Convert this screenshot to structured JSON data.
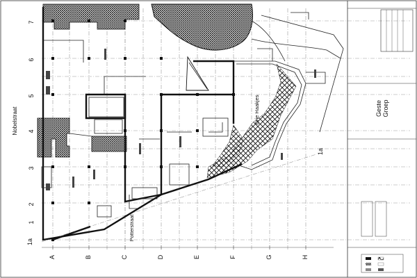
{
  "grid": {
    "columns": [
      "A",
      "B",
      "C",
      "D",
      "E",
      "F",
      "G",
      "H"
    ],
    "rows": [
      "1a",
      "1",
      "2",
      "3",
      "4",
      "5",
      "6",
      "7"
    ],
    "diagonal_label": "1a"
  },
  "streets": {
    "nobelstraat": "Nobelstraat",
    "potterstraat": "Potterstraat"
  },
  "building_label": "Drie Haakjes",
  "title_block": {
    "company": "Geste",
    "company_sub": "Groep"
  },
  "colors": {
    "hatch": "#111111",
    "grid": "#9a9a9a",
    "wall": "#111111"
  }
}
